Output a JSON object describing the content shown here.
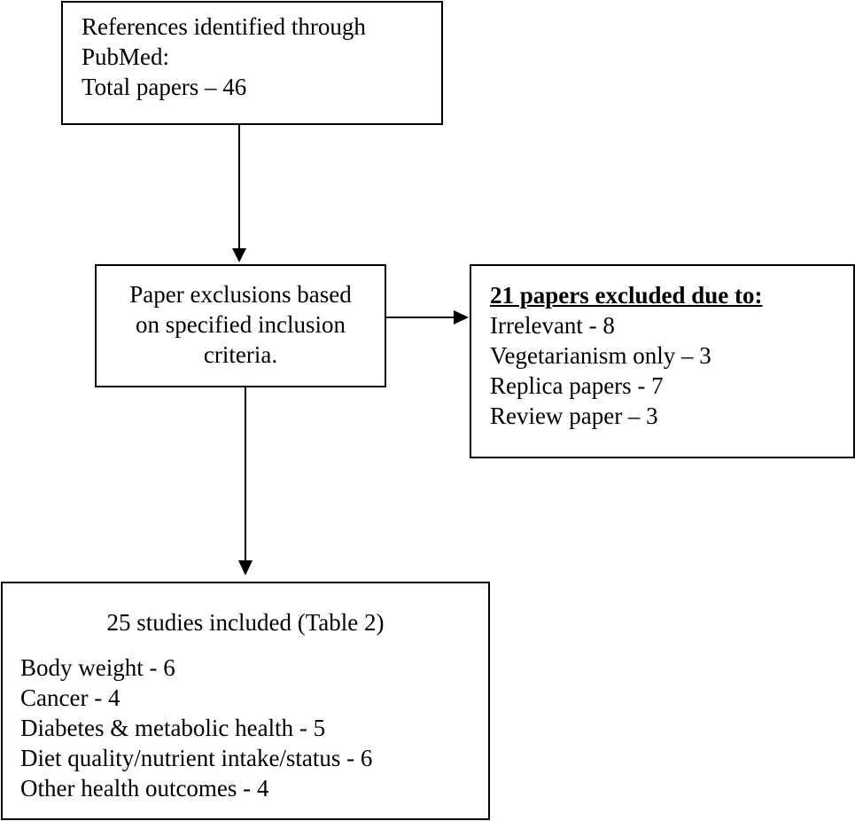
{
  "identified": {
    "lines": [
      "References identified through",
      "PubMed:",
      "Total papers – 46"
    ]
  },
  "exclusions": {
    "lines": [
      "Paper exclusions based",
      "on specified inclusion",
      "criteria."
    ]
  },
  "excluded": {
    "heading": "21 papers excluded due to:",
    "items": [
      "Irrelevant - 8",
      "Vegetarianism only – 3",
      "Replica papers - 7",
      "Review paper – 3"
    ]
  },
  "included": {
    "title": "25 studies included (Table 2)",
    "items": [
      "Body weight - 6",
      "Cancer - 4",
      "Diabetes & metabolic health - 5",
      "Diet quality/nutrient intake/status - 6",
      "Other health outcomes - 4"
    ]
  }
}
